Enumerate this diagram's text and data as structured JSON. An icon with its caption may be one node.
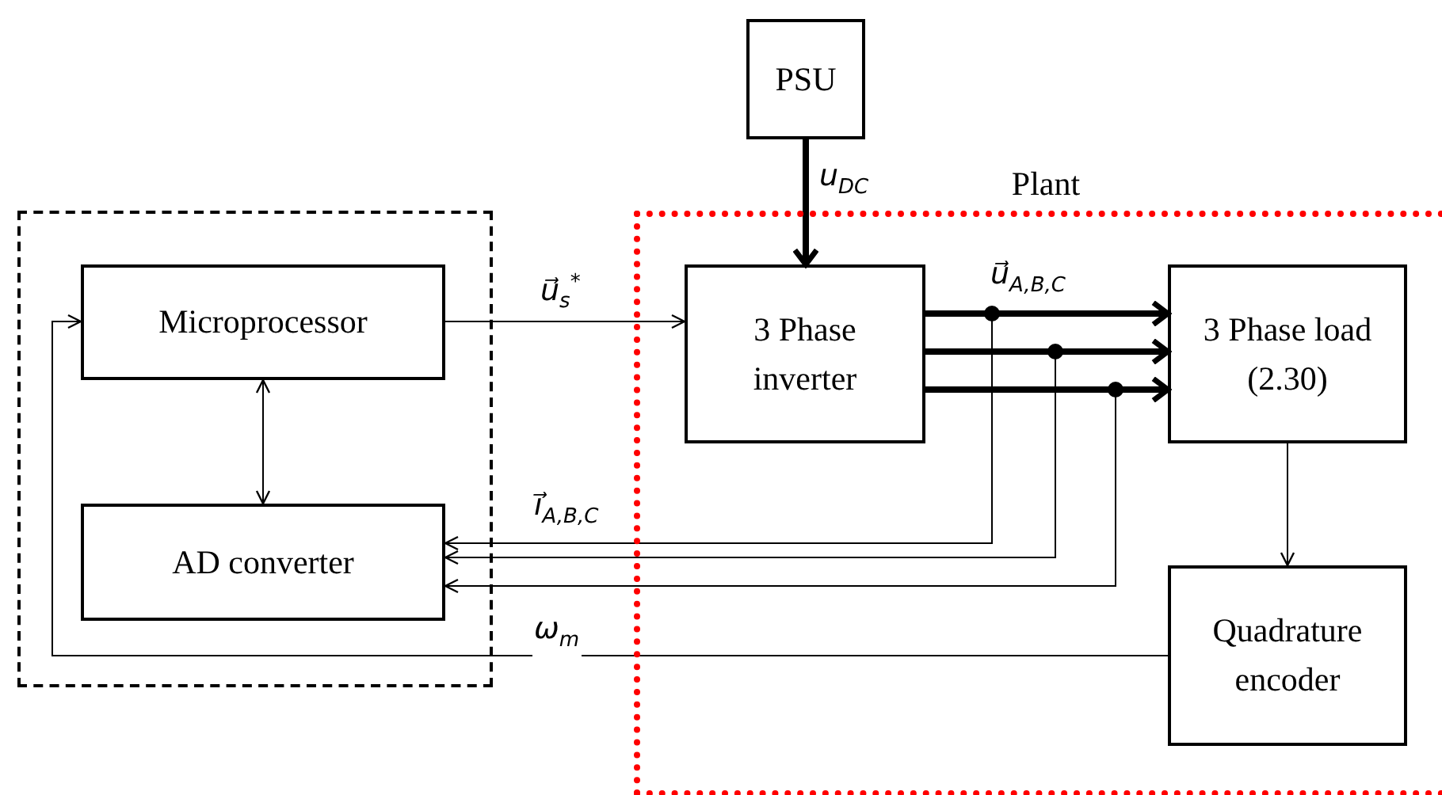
{
  "diagram": {
    "nodes": [
      {
        "text": [],
        "shape": "box"
      },
      {
        "text": [
          "Microprocessor"
        ],
        "in": 0
      },
      {
        "text": [
          "AD converter"
        ],
        "in": 0
      },
      {
        "text": [
          "PSU"
        ]
      },
      {
        "text": [
          "Plant"
        ]
      },
      {
        "text": [
          "3 Phase inverter"
        ],
        "in": 4
      },
      {
        "text": [
          "3 Phase load (2.30)"
        ],
        "in": 4
      },
      {
        "text": [
          "Quadrature encoder"
        ],
        "in": 4
      }
    ],
    "edges": [
      {
        "from": 1,
        "to": 5,
        "arrow": "to",
        "label": "u⃗$_{s}$$^{*}$"
      },
      {
        "from": 3,
        "to": 5,
        "arrow": "to",
        "label": "u$_{DC}$",
        "style": "thick"
      },
      {
        "from": 5,
        "to": 6,
        "arrow": "to",
        "label": "u⃗$_{A,B,C}$",
        "style": "thick"
      },
      {
        "from": 5,
        "to": 6,
        "arrow": "to",
        "style": "thick"
      },
      {
        "from": 5,
        "to": 6,
        "arrow": "to",
        "style": "thick"
      },
      {
        "from": 5,
        "to": 2,
        "arrow": "to",
        "label": "i⃗$_{A,B,C}$"
      },
      {
        "from": 5,
        "to": 2,
        "arrow": "to"
      },
      {
        "from": 5,
        "to": 2,
        "arrow": "to"
      },
      {
        "from": 1,
        "to": 2,
        "arrow": "both"
      },
      {
        "from": 6,
        "to": 7,
        "arrow": "to"
      },
      {
        "from": 7,
        "to": 1,
        "arrow": "to",
        "label": "ω$_{m}$"
      }
    ]
  }
}
